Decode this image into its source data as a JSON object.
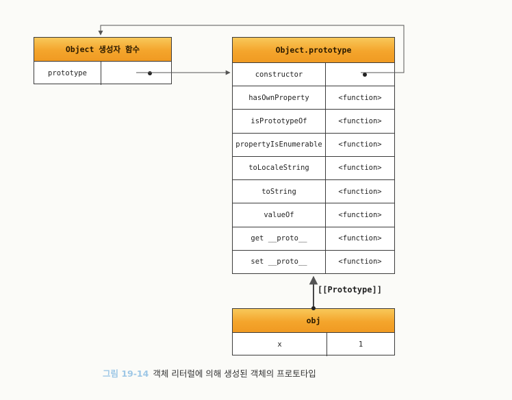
{
  "constructor_box": {
    "title": "Object 생성자 함수",
    "rows": [
      {
        "key": "prototype",
        "value": ""
      }
    ]
  },
  "prototype_box": {
    "title": "Object.prototype",
    "rows": [
      {
        "key": "constructor",
        "value": ""
      },
      {
        "key": "hasOwnProperty",
        "value": "<function>"
      },
      {
        "key": "isPrototypeOf",
        "value": "<function>"
      },
      {
        "key": "propertyIsEnumerable",
        "value": "<function>"
      },
      {
        "key": "toLocaleString",
        "value": "<function>"
      },
      {
        "key": "toString",
        "value": "<function>"
      },
      {
        "key": "valueOf",
        "value": "<function>"
      },
      {
        "key": "get __proto__",
        "value": "<function>"
      },
      {
        "key": "set __proto__",
        "value": "<function>"
      }
    ]
  },
  "obj_box": {
    "title": "obj",
    "rows": [
      {
        "key": "x",
        "value": "1"
      }
    ]
  },
  "link_label": "[[Prototype]]",
  "caption": {
    "figure": "그림 19-14",
    "text": "객체 리터럴에 의해 생성된 객체의 프로토타입"
  },
  "colors": {
    "header_fill": "#f4a52c",
    "border": "#3a3a3a",
    "caption_figure": "#9ec7e6"
  }
}
